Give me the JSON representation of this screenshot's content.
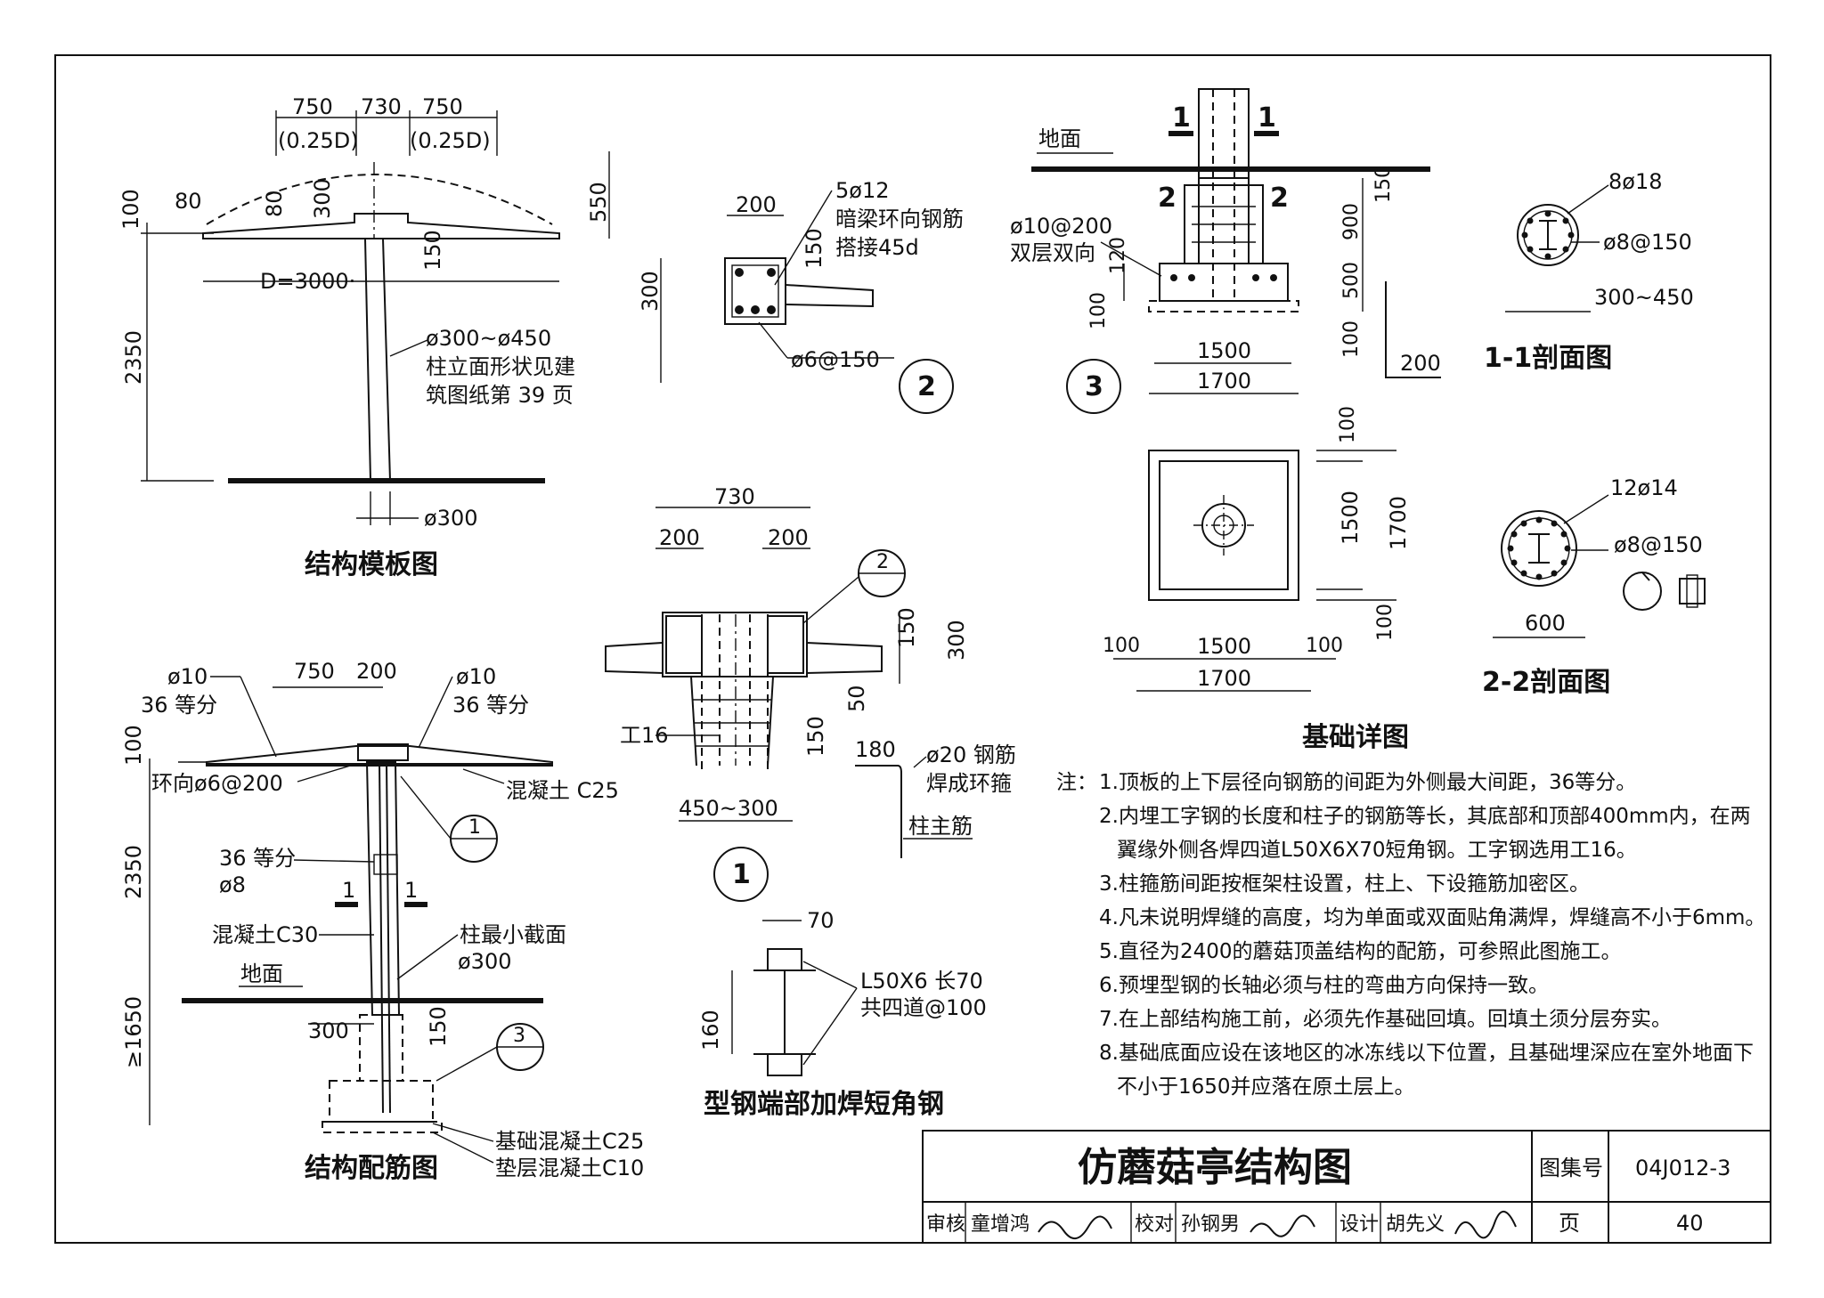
{
  "titleblock": {
    "title": "仿蘑菇亭结构图",
    "atlas_label": "图集号",
    "atlas_no": "04J012-3",
    "page_label": "页",
    "page_no": "40",
    "review_label": "审核",
    "reviewer": "童增鸿",
    "check_label": "校对",
    "checker": "孙钢男",
    "design_label": "设计",
    "designer": "胡先义"
  },
  "view_formwork": {
    "title": "结构模板图",
    "dims_top": [
      "750",
      "730",
      "750"
    ],
    "dims_ratio": [
      "(0.25D)",
      "(0.25D)"
    ],
    "dim_80": "80",
    "dim_80b": "80",
    "dim_300": "300",
    "dim_150": "150",
    "dim_550": "550",
    "dim_100": "100",
    "dim_2350": "2350",
    "dim_D": "D=3000·",
    "col_dia": "ø300~ø450",
    "col_note1": "柱立面形状见建",
    "col_note2": "筑图纸第 39 页",
    "base_dia": "ø300"
  },
  "view_rebar": {
    "title": "结构配筋图",
    "left_bar": "ø10",
    "left_div": "36 等分",
    "right_bar": "ø10",
    "right_div": "36 等分",
    "dim_750": "750",
    "dim_200": "200",
    "dim_100": "100",
    "ring": "环向ø6@200",
    "concrete_top": "混凝土 C25",
    "div36": "36 等分",
    "bar8": "ø8",
    "concrete_col": "混凝土C30",
    "min_section": "柱最小截面",
    "min_dia": "ø300",
    "ground": "地面",
    "dim_2350": "2350",
    "dim_1650": "≥1650",
    "dim_300": "300",
    "dim_150": "150",
    "section_mark": "1",
    "found_concrete": "基础混凝土C25",
    "cushion_concrete": "垫层混凝土C10",
    "callout_1": "1",
    "callout_3": "3"
  },
  "detail2": {
    "bars": "5ø12",
    "note1": "暗梁环向钢筋",
    "note2": "搭接45d",
    "dim_200": "200",
    "dim_150": "150",
    "dim_300": "300",
    "stirrup": "ø6@150",
    "num": "2"
  },
  "detail1": {
    "dim_730": "730",
    "dim_200a": "200",
    "dim_200b": "200",
    "dim_150": "150",
    "dim_300": "300",
    "dim_50": "50",
    "dim_150b": "150",
    "beam": "工16",
    "dim_range": "450~300",
    "num": "1",
    "callout": "2",
    "hook_len": "180",
    "hoop1": "ø20 钢筋",
    "hoop2": "焊成环箍",
    "main_bar": "柱主筋"
  },
  "detail_angle": {
    "title": "型钢端部加焊短角钢",
    "dim_70": "70",
    "dim_160": "160",
    "spec1": "L50X6 长70",
    "spec2": "共四道@100"
  },
  "detail3": {
    "ground": "地面",
    "sec1": "1",
    "sec2": "2",
    "bars": "ø10@200",
    "layers": "双层双向",
    "dim_120": "120",
    "dim_150": "150",
    "dim_900": "900",
    "dim_500": "500",
    "dim_100": "100",
    "dim_100b": "100",
    "dim_1500": "1500",
    "dim_1700": "1700",
    "dim_200": "200",
    "num": "3"
  },
  "foundation_plan": {
    "title": "基础详图",
    "dim_100a": "100",
    "dim_1500v": "1500",
    "dim_1700v": "1700",
    "dim_100b": "100",
    "dim_100c": "100",
    "dim_1500h": "1500",
    "dim_100d": "100",
    "dim_1700h": "1700"
  },
  "section11": {
    "title": "1-1剖面图",
    "bars": "8ø18",
    "stirrup": "ø8@150",
    "dia": "300~450"
  },
  "section22": {
    "title": "2-2剖面图",
    "bars": "12ø14",
    "stirrup": "ø8@150",
    "dia": "600"
  },
  "notes": {
    "label": "注：",
    "items": [
      "1.顶板的上下层径向钢筋的间距为外侧最大间距，36等分。",
      "2.内埋工字钢的长度和柱子的钢筋等长，其底部和顶部400mm内，在两",
      "翼缘外侧各焊四道L50X6X70短角钢。工字钢选用工16。",
      "3.柱箍筋间距按框架柱设置，柱上、下设箍筋加密区。",
      "4.凡未说明焊缝的高度，均为单面或双面贴角满焊，焊缝高不小于6mm。",
      "5.直径为2400的蘑菇顶盖结构的配筋，可参照此图施工。",
      "6.预埋型钢的长轴必须与柱的弯曲方向保持一致。",
      "7.在上部结构施工前，必须先作基础回填。回填土须分层夯实。",
      "8.基础底面应设在该地区的冰冻线以下位置，且基础埋深应在室外地面下",
      "不小于1650并应落在原土层上。"
    ]
  }
}
